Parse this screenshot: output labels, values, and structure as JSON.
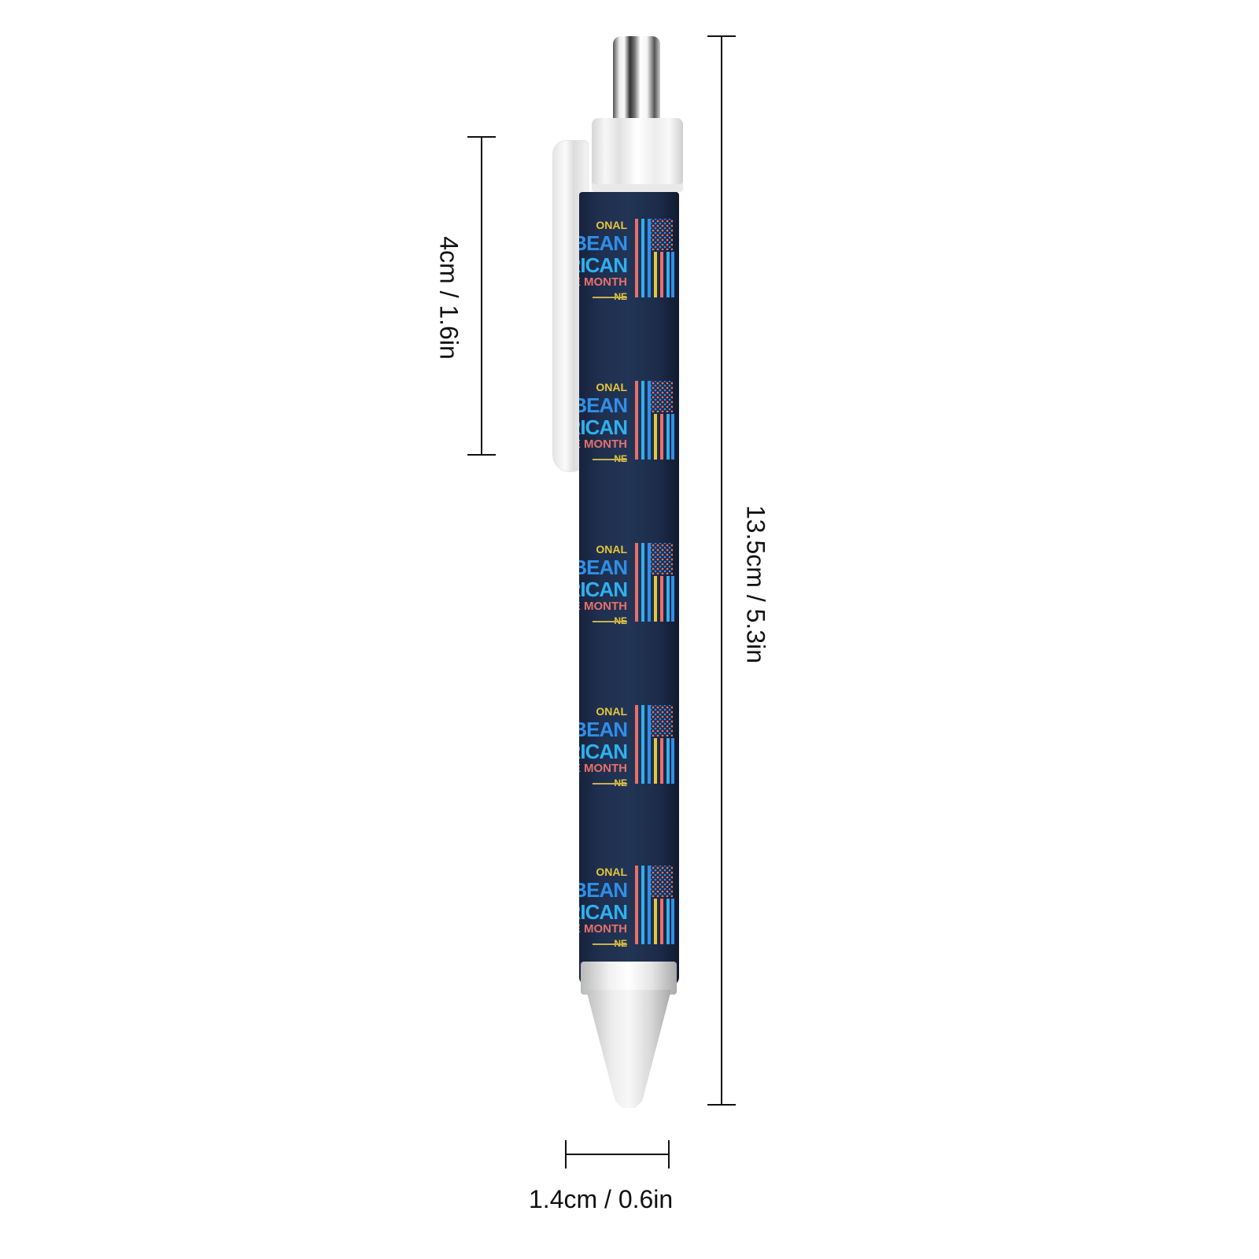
{
  "product": {
    "name": "Retractable ballpoint pen",
    "barrel_color": "#1f2f4f",
    "print_motif": {
      "repeat_count": 5,
      "lines": [
        "ONAL",
        "BEAN",
        "RICAN",
        "E MONTH",
        "NE"
      ],
      "colors": {
        "yellow": "#e6c73a",
        "blue": "#2f8fe8",
        "light_blue": "#2fb0f0",
        "coral": "#e8706a"
      }
    }
  },
  "dimensions": {
    "clip_length": "4cm / 1.6in",
    "total_length": "13.5cm / 5.3in",
    "diameter": "1.4cm / 0.6in"
  }
}
